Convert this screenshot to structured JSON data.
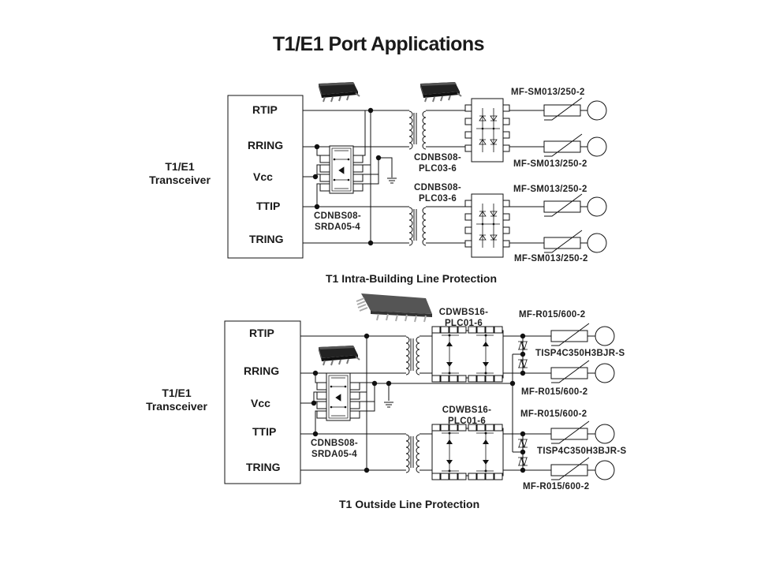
{
  "title": "T1/E1 Port Applications",
  "top_diagram": {
    "caption": "T1 Intra-Building Line Protection",
    "transceiver_label_line1": "T1/E1",
    "transceiver_label_line2": "Transceiver",
    "pins": [
      "RTIP",
      "RRING",
      "Vcc",
      "TTIP",
      "TRING"
    ],
    "esd_part_line1": "CDNBS08-",
    "esd_part_line2": "SRDA05-4",
    "line_protector_1_line1": "CDNBS08-",
    "line_protector_1_line2": "PLC03-6",
    "line_protector_2_line1": "CDNBS08-",
    "line_protector_2_line2": "PLC03-6",
    "ptc_labels": [
      "MF-SM013/250-2",
      "MF-SM013/250-2",
      "MF-SM013/250-2",
      "MF-SM013/250-2"
    ]
  },
  "bottom_diagram": {
    "caption": "T1 Outside Line Protection",
    "transceiver_label_line1": "T1/E1",
    "transceiver_label_line2": "Transceiver",
    "pins": [
      "RTIP",
      "RRING",
      "Vcc",
      "TTIP",
      "TRING"
    ],
    "esd_part_line1": "CDNBS08-",
    "esd_part_line2": "SRDA05-4",
    "line_protector_1_line1": "CDWBS16-",
    "line_protector_1_line2": "PLC01-6",
    "line_protector_2_line1": "CDWBS16-",
    "line_protector_2_line2": "PLC01-6",
    "ptc_labels": [
      "MF-R015/600-2",
      "MF-R015/600-2",
      "MF-R015/600-2",
      "MF-R015/600-2"
    ],
    "thyristor_labels": [
      "TISP4C350H3BJR-S",
      "TISP4C350H3BJR-S"
    ]
  }
}
